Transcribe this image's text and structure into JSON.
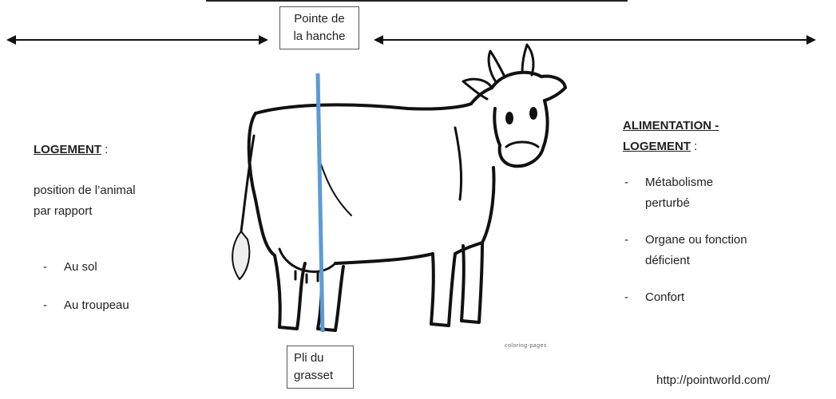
{
  "hip_label": {
    "line1": "Pointe de",
    "line2": "la hanche"
  },
  "stifle_label": {
    "line1": "Pli du",
    "line2": "grasset"
  },
  "left": {
    "heading": "LOGEMENT",
    "heading_suffix": " :",
    "description": "position de l’animal par rapport",
    "bullets": [
      "Au sol",
      "Au troupeau"
    ]
  },
  "right": {
    "heading_line1": "ALIMENTATION -",
    "heading_line2": "LOGEMENT",
    "heading_suffix": " :",
    "bullets": [
      "Métabolisme perturbé",
      "Organe ou fonction déficient",
      "Confort"
    ]
  },
  "credit": "http://pointworld.com/",
  "colors": {
    "reference_line": "#5b9bd5",
    "cow_outline": "#111111"
  }
}
